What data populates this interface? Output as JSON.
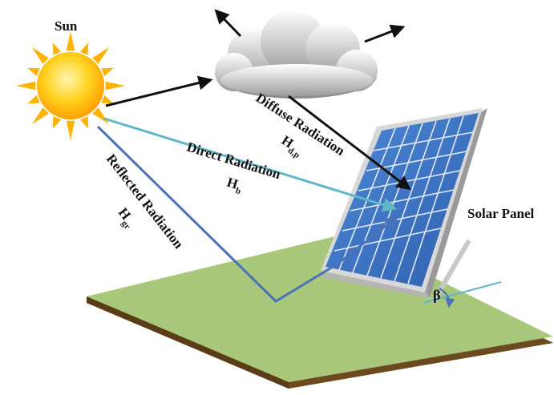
{
  "labels": {
    "sun": "Sun",
    "solar_panel": "Solar Panel",
    "diffuse_radiation": "Diffuse Radiation",
    "diffuse_symbol_main": "H",
    "diffuse_symbol_sub": "d,p",
    "direct_radiation": "Direct Radiation",
    "direct_symbol_main": "H",
    "direct_symbol_sub": "b",
    "reflected_radiation": "Reflected Radiation",
    "reflected_symbol_main": "H",
    "reflected_symbol_sub": "gr",
    "tilt_angle": "β"
  },
  "colors": {
    "background": "#ffffff",
    "ground_top": "#a8c77a",
    "ground_edge": "#6b4a1f",
    "panel_cell": "#3f78c9",
    "panel_frame": "#cfcfcf",
    "direct_ray": "#5fb7c6",
    "reflected_ray": "#4b72b8",
    "diffuse_ray": "#111111",
    "sun_core": "#ffd21f",
    "sun_ray": "#ffb300"
  },
  "icons": {
    "sun": "sun-icon",
    "cloud": "cloud-icon"
  }
}
